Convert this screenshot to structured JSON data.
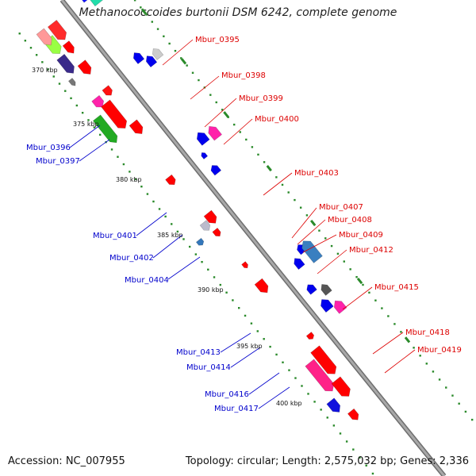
{
  "title": "Methanococcoides burtonii DSM 6242, complete genome",
  "footer": {
    "accession": "Accession: NC_007955",
    "topology": "Topology: circular; Length: 2,575,032 bp; Genes: 2,336"
  },
  "colors": {
    "backbone": "#8c8c8c",
    "forward_label": "#dd0000",
    "reverse_label": "#0000cc",
    "tick_marks": "#2a8a2a"
  },
  "tick_labels": [
    "370 kbp",
    "375 kbp",
    "380 kbp",
    "385 kbp",
    "390 kbp",
    "395 kbp",
    "400 kbp"
  ],
  "forward_gene_labels": [
    "Mbur_0395",
    "Mbur_0398",
    "Mbur_0399",
    "Mbur_0400",
    "Mbur_0403",
    "Mbur_0407",
    "Mbur_0408",
    "Mbur_0409",
    "Mbur_0412",
    "Mbur_0415",
    "Mbur_0418",
    "Mbur_0419"
  ],
  "reverse_gene_labels": [
    "Mbur_0396",
    "Mbur_0397",
    "Mbur_0401",
    "Mbur_0402",
    "Mbur_0404",
    "Mbur_0413",
    "Mbur_0414",
    "Mbur_0416",
    "Mbur_0417"
  ]
}
